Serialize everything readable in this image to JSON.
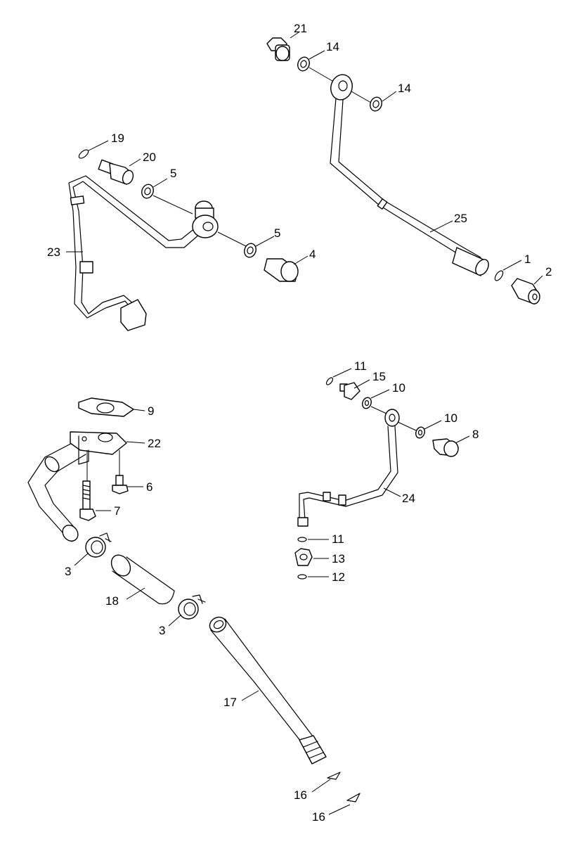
{
  "callouts": {
    "c1": "1",
    "c2": "2",
    "c3a": "3",
    "c3b": "3",
    "c4": "4",
    "c5a": "5",
    "c5b": "5",
    "c6": "6",
    "c7": "7",
    "c8": "8",
    "c9": "9",
    "c10a": "10",
    "c10b": "10",
    "c11a": "11",
    "c11b": "11",
    "c12": "12",
    "c13": "13",
    "c14a": "14",
    "c14b": "14",
    "c15": "15",
    "c16a": "16",
    "c16b": "16",
    "c17": "17",
    "c18": "18",
    "c19": "19",
    "c20": "20",
    "c21": "21",
    "c22": "22",
    "c23": "23",
    "c24": "24",
    "c25": "25"
  }
}
